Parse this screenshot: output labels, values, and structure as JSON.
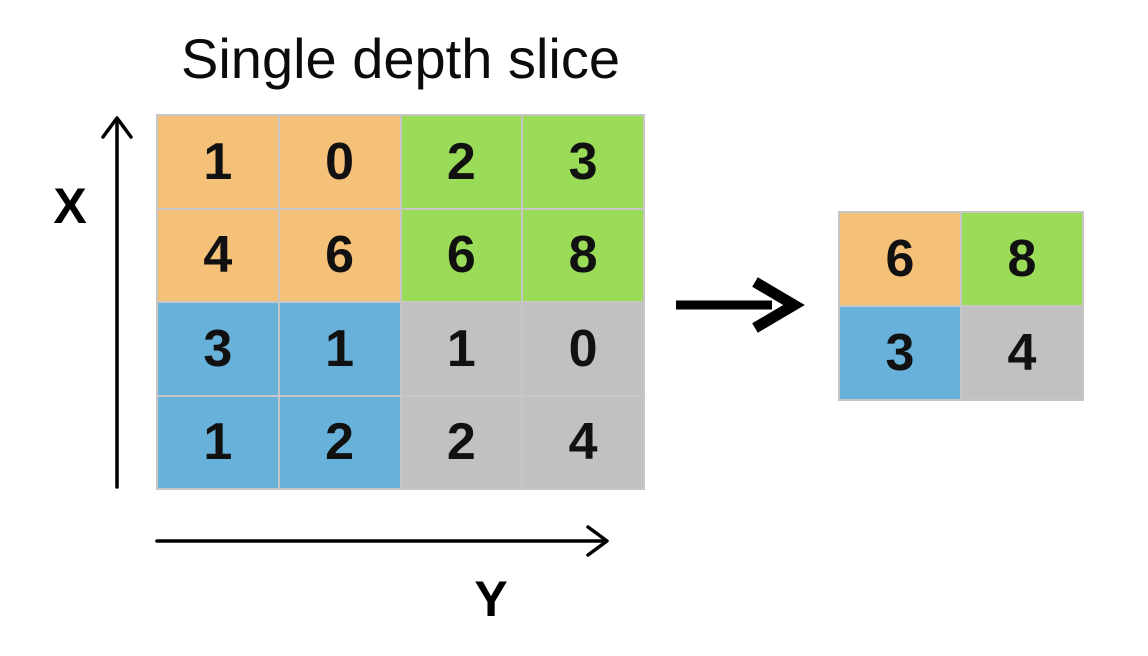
{
  "title": "Single depth slice",
  "axis": {
    "x": "X",
    "y": "Y"
  },
  "colors": {
    "orange": "#f5c078",
    "green": "#9adb58",
    "blue": "#68b1db",
    "gray": "#c1c1c1",
    "gridline": "#c6c6c6",
    "arrow": "#000000"
  },
  "input_grid": {
    "rows": 4,
    "cols": 4,
    "cells": [
      {
        "value": "1",
        "color": "orange"
      },
      {
        "value": "0",
        "color": "orange"
      },
      {
        "value": "2",
        "color": "green"
      },
      {
        "value": "3",
        "color": "green"
      },
      {
        "value": "4",
        "color": "orange"
      },
      {
        "value": "6",
        "color": "orange"
      },
      {
        "value": "6",
        "color": "green"
      },
      {
        "value": "8",
        "color": "green"
      },
      {
        "value": "3",
        "color": "blue"
      },
      {
        "value": "1",
        "color": "blue"
      },
      {
        "value": "1",
        "color": "gray"
      },
      {
        "value": "0",
        "color": "gray"
      },
      {
        "value": "1",
        "color": "blue"
      },
      {
        "value": "2",
        "color": "blue"
      },
      {
        "value": "2",
        "color": "gray"
      },
      {
        "value": "4",
        "color": "gray"
      }
    ]
  },
  "output_grid": {
    "rows": 2,
    "cols": 2,
    "cells": [
      {
        "value": "6",
        "color": "orange"
      },
      {
        "value": "8",
        "color": "green"
      },
      {
        "value": "3",
        "color": "blue"
      },
      {
        "value": "4",
        "color": "gray"
      }
    ]
  }
}
